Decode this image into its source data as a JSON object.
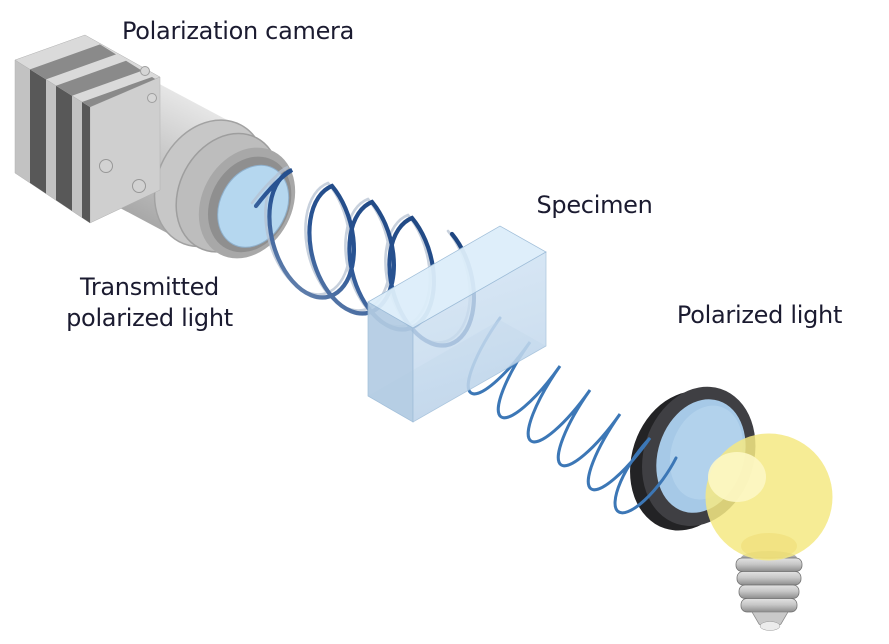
{
  "labels": {
    "camera": "Polarization camera",
    "transmitted": "Transmitted polarized light",
    "specimen": "Specimen",
    "polarized": "Polarized light"
  },
  "colors": {
    "wave_dark_blue": "#1e4a8e",
    "wave_blue": "#3c77b6",
    "camera_lens": "#b5d7ef",
    "specimen_top": "#ddeefa",
    "specimen_front": "#c9ddf0",
    "specimen_side": "#b3cce3",
    "polarizer_ring": "#3f3f43",
    "polarizer_lens": "#a6c9e7",
    "bulb_yellow": "#f5e982",
    "label_text": "#1b1b30"
  }
}
